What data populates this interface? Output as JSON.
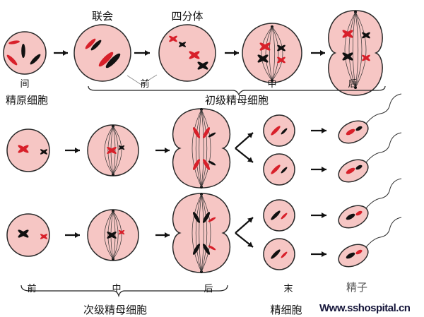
{
  "top_row": {
    "label_synapsis": "联会",
    "label_tetrad": "四分体",
    "stage_interphase": "间",
    "stage_prophase": "前",
    "stage_metaphase": "中",
    "stage_anaphase": "后",
    "group_spermatogonium": "精原细胞",
    "group_primary_spermatocyte": "初级精母细胞"
  },
  "bottom_labels": {
    "stage_prophase": "前",
    "stage_metaphase": "中",
    "stage_anaphase": "后",
    "stage_telophase": "末",
    "group_secondary_spermatocyte": "次级精母细胞",
    "group_spermatid": "精细胞",
    "group_sperm": "精子"
  },
  "watermark": "Www.sshospital.cn",
  "colors": {
    "cell_fill": "#f6c6c4",
    "outline": "#2a2a2a",
    "red": "#d8202a",
    "black": "#111111"
  }
}
